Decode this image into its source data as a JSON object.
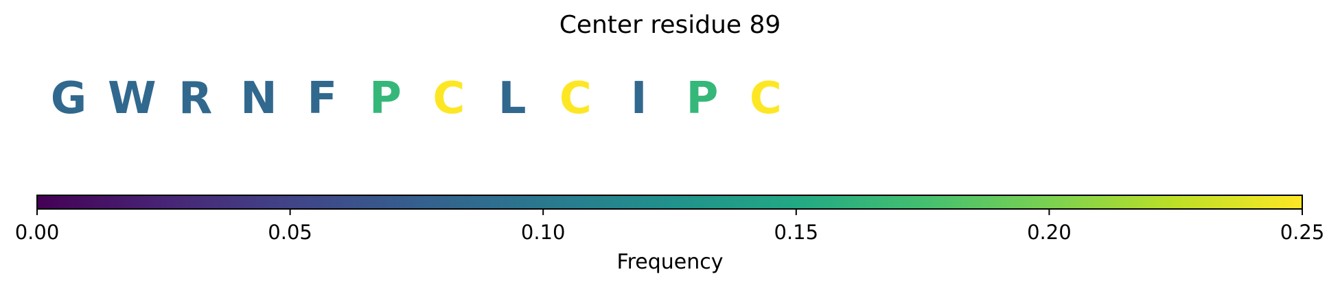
{
  "chart_data": {
    "type": "sequence-colorbar",
    "title": "Center residue 89",
    "residues": [
      {
        "letter": "G",
        "value": 0.1,
        "color": "#31688e"
      },
      {
        "letter": "W",
        "value": 0.1,
        "color": "#31688e"
      },
      {
        "letter": "R",
        "value": 0.1,
        "color": "#31688e"
      },
      {
        "letter": "N",
        "value": 0.1,
        "color": "#31688e"
      },
      {
        "letter": "F",
        "value": 0.1,
        "color": "#31688e"
      },
      {
        "letter": "P",
        "value": 0.167,
        "color": "#35b779"
      },
      {
        "letter": "C",
        "value": 0.25,
        "color": "#fde725"
      },
      {
        "letter": "L",
        "value": 0.1,
        "color": "#31688e"
      },
      {
        "letter": "C",
        "value": 0.25,
        "color": "#fde725"
      },
      {
        "letter": "I",
        "value": 0.1,
        "color": "#31688e"
      },
      {
        "letter": "P",
        "value": 0.167,
        "color": "#35b779"
      },
      {
        "letter": "C",
        "value": 0.25,
        "color": "#fde725"
      }
    ],
    "colorbar": {
      "label": "Frequency",
      "range": [
        0,
        0.25
      ],
      "colormap": "viridis",
      "ticks": [
        0.0,
        0.05,
        0.1,
        0.15,
        0.2,
        0.25
      ],
      "tick_labels": [
        "0.00",
        "0.05",
        "0.10",
        "0.15",
        "0.20",
        "0.25"
      ]
    }
  }
}
